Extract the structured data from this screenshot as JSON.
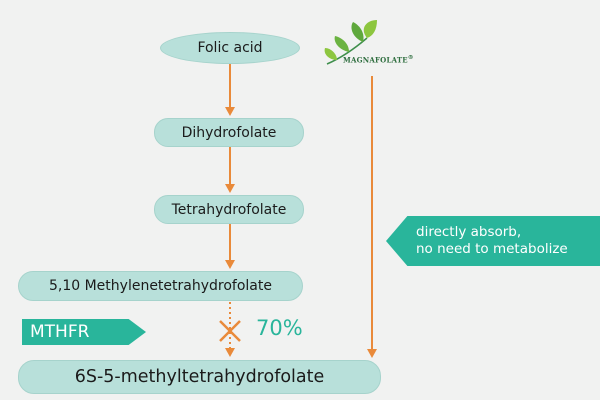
{
  "nodes": {
    "folic_acid": "Folic acid",
    "dihydrofolate": "Dihydrofolate",
    "tetrahydrofolate": "Tetrahydrofolate",
    "methylenetetrahydrofolate": "5,10 Methylenetetrahydrofolate",
    "methyltetrahydrofolate": "6S-5-methyltetrahydrofolate"
  },
  "enzyme_tag": "MTHFR",
  "blocked_percent": "70%",
  "direct_note": {
    "line1": "directly absorb,",
    "line2": "no need to metabolize"
  },
  "logo": {
    "brand": "MAGNAFOLATE",
    "mark": "®"
  },
  "colors": {
    "node_fill": "#b8e0da",
    "arrow": "#e98a3a",
    "accent_teal": "#29b59b",
    "background": "#f1f2f1"
  },
  "icons": {
    "block_mark": "x-cross-icon",
    "logo_leaves": "leaf-icon"
  }
}
